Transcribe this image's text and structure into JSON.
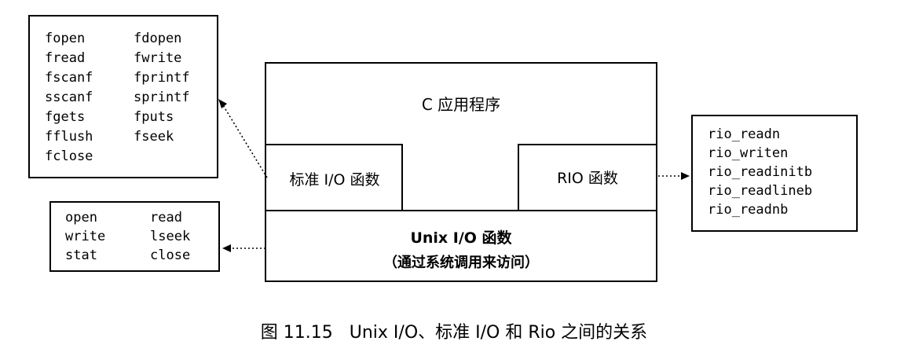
{
  "stdio_box": {
    "col1": [
      "fopen",
      "fread",
      "fscanf",
      "sscanf",
      "fgets",
      "fflush",
      "fclose"
    ],
    "col2": [
      "fdopen",
      "fwrite",
      "fprintf",
      "sprintf",
      "fputs",
      "fseek"
    ]
  },
  "unix_box": {
    "col1": [
      "open",
      "write",
      "stat"
    ],
    "col2": [
      "read",
      "lseek",
      "close"
    ]
  },
  "rio_box": {
    "items": [
      "rio_readn",
      "rio_writen",
      "rio_readinitb",
      "rio_readlineb",
      "rio_readnb"
    ]
  },
  "app_layer": {
    "title": "C 应用程序",
    "stdio_label": "标准 I/O 函数",
    "rio_label": "RIO 函数",
    "unix_label": "Unix I/O 函数",
    "unix_sublabel": "（通过系统调用来访问）"
  },
  "caption": "图 11.15   Unix I/O、标准 I/O 和 Rio 之间的关系"
}
